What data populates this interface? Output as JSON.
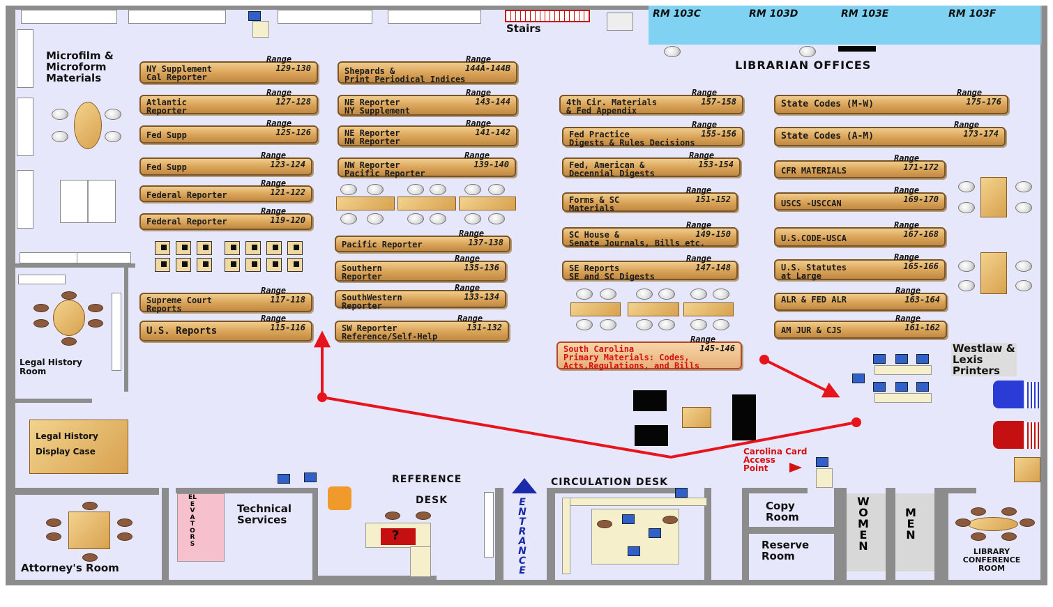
{
  "labels": {
    "stairs": "Stairs",
    "librarian_offices": "LIBRARIAN OFFICES",
    "microfilm": "Microfilm &\nMicroform\nMaterials",
    "legal_history_room": "Legal History\nRoom",
    "display_case": "Legal History\nDisplay Case",
    "attorney_room": "Attorney's Room",
    "elevators": "ELEVATORS",
    "technical_services": "Technical\nServices",
    "reference": "REFERENCE",
    "desk": "DESK",
    "entrance": "ENTRANCE",
    "circulation": "CIRCULATION  DESK",
    "carolina_card": "Carolina Card\nAccess\nPoint",
    "copy_room": "Copy\nRoom",
    "reserve_room": "Reserve\nRoom",
    "women": "WOMEN",
    "men": "MEN",
    "conference": "LIBRARY\nCONFERENCE\nROOM",
    "westlaw": "Westlaw &\nLexis\nPrinters",
    "range_word": "Range",
    "question_mark": "?"
  },
  "rooms_103": [
    "RM 103C",
    "RM 103D",
    "RM 103E",
    "RM 103F"
  ],
  "ranges": [
    {
      "label": "NY Supplement\nCal Reporter",
      "range": "129-130"
    },
    {
      "label": "Atlantic\nReporter",
      "range": "127-128"
    },
    {
      "label": "Fed Supp",
      "range": "125-126"
    },
    {
      "label": "Fed Supp",
      "range": "123-124"
    },
    {
      "label": "Federal Reporter",
      "range": "121-122"
    },
    {
      "label": "Federal Reporter",
      "range": "119-120"
    },
    {
      "label": "Supreme Court\nReports",
      "range": "117-118"
    },
    {
      "label": "U.S. Reports",
      "range": "115-116"
    },
    {
      "label": "Shepards &\nPrint Periodical Indices",
      "range": "144A-144B"
    },
    {
      "label": "NE Reporter\nNY Supplement",
      "range": "143-144"
    },
    {
      "label": "NE Reporter\nNW Reporter",
      "range": "141-142"
    },
    {
      "label": "NW Reporter\nPacific Reporter",
      "range": "139-140"
    },
    {
      "label": "Pacific Reporter",
      "range": "137-138"
    },
    {
      "label": "Southern\nReporter",
      "range": "135-136"
    },
    {
      "label": "SouthWestern\nReporter",
      "range": "133-134"
    },
    {
      "label": "SW Reporter\nReference/Self-Help",
      "range": "131-132"
    },
    {
      "label": "4th Cir. Materials\n& Fed Appendix",
      "range": "157-158"
    },
    {
      "label": "Fed Practice\nDigests & Rules Decisions",
      "range": "155-156"
    },
    {
      "label": "Fed, American &\nDecennial Digests",
      "range": "153-154"
    },
    {
      "label": "Forms & SC\nMaterials",
      "range": "151-152"
    },
    {
      "label": "SC House &\nSenate Journals, Bills etc.",
      "range": "149-150"
    },
    {
      "label": "SE Reports\nSE and SC  Digests",
      "range": "147-148"
    },
    {
      "label": "South Carolina\nPrimary Materials:  Codes,\nActs,Regulations, and Bills",
      "range": "145-146"
    },
    {
      "label": "State Codes (M-W)",
      "range": "175-176"
    },
    {
      "label": "State Codes (A-M)",
      "range": "173-174"
    },
    {
      "label": "CFR MATERIALS",
      "range": "171-172"
    },
    {
      "label": "USCS -USCCAN",
      "range": "169-170"
    },
    {
      "label": "U.S.CODE-USCA",
      "range": "167-168"
    },
    {
      "label": "U.S. Statutes\nat Large",
      "range": "165-166"
    },
    {
      "label": "ALR & FED ALR",
      "range": "163-164"
    },
    {
      "label": "AM JUR & CJS",
      "range": "161-162"
    }
  ],
  "route_color": "#e8141c"
}
